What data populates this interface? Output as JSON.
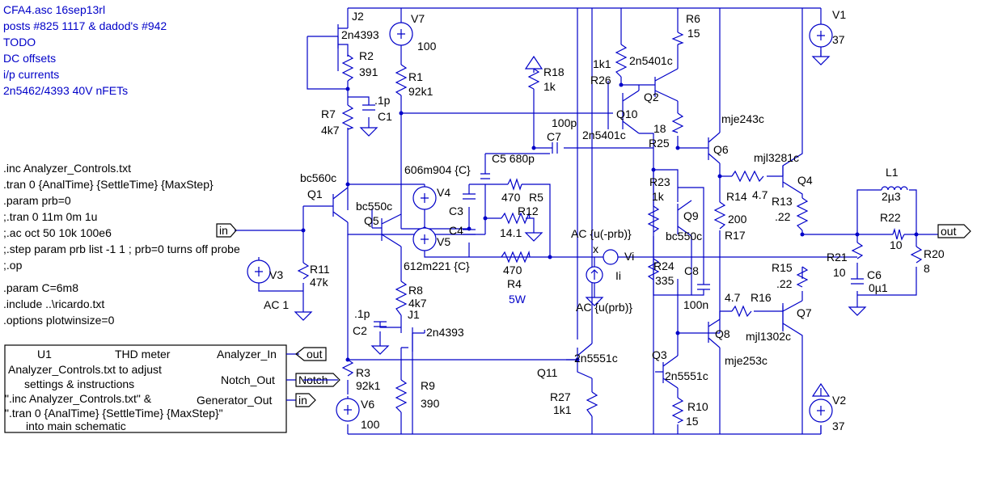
{
  "header_lines": [
    "CFA4.asc 16sep13rl",
    "posts #825 1117 & dadod's #942",
    "TODO",
    "DC offsets",
    "i/p currents",
    "2n5462/4393 40V nFETs"
  ],
  "directives": [
    ".inc Analyzer_Controls.txt",
    ".tran 0 {AnalTime} {SettleTime} {MaxStep}",
    ".param prb=0",
    ";.tran 0 11m 0m 1u",
    ";.ac oct 50 10k 100e6",
    ";.step param prb list -1 1 ; prb=0 turns off probe",
    ";.op",
    ".param C=6m8",
    ".include ..\\ricardo.txt",
    ".options plotwinsize=0"
  ],
  "thd_box": {
    "name": "U1",
    "title": "THD meter",
    "desc": [
      "Analyzer_Controls.txt to adjust",
      "settings & instructions",
      "\".inc Analyzer_Controls.txt\" &",
      "\".tran 0 {AnalTime} {SettleTime} {MaxStep}\"",
      "into main schematic"
    ],
    "pin_in": "Analyzer_In",
    "pin_notch": "Notch_Out",
    "pin_gen": "Generator_Out",
    "flag_out": "out",
    "flag_notch": "Notch",
    "flag_in": "in"
  },
  "flags": {
    "in": "in",
    "out": "out"
  },
  "labels": {
    "j2": "J2",
    "j2m": "2n4393",
    "r2": "R2",
    "r2v": "391",
    "r7": "R7",
    "r7v": "4k7",
    "c1": "C1",
    "c1v": ".1p",
    "v7": "V7",
    "v7v": "100",
    "r1": "R1",
    "r1v": "92k1",
    "r18": "R18",
    "r18v": "1k",
    "c7": "C7",
    "c7v": "100p",
    "c5": "C5 680p",
    "c5top": "606m904 {C}",
    "v4": "V4",
    "c3": "C3",
    "v5": "V5",
    "c4": "C4",
    "r5": "R5",
    "r5v": "470",
    "r12": "R12",
    "r12v": "14.1",
    "c4bot": "612m221 {C}",
    "r4": "R4",
    "r4v": "470",
    "r4w": "5W",
    "q1": "Q1",
    "q1m": "bc560c",
    "q5": "Q5",
    "q5m": "bc550c",
    "v3": "V3",
    "v3v": "AC 1",
    "r11": "R11",
    "r11v": "47k",
    "r8": "R8",
    "r8v": "4k7",
    "j1": "J1",
    "j1m": "2n4393",
    "c2": "C2",
    "c2v": ".1p",
    "r3": "R3",
    "r3v": "92k1",
    "v6": "V6",
    "v6v": "100",
    "r9": "R9",
    "r9v": "390",
    "r6": "R6",
    "r6v": "15",
    "r26": "R26",
    "r26v": "1k1",
    "q2": "Q2",
    "q2m": "2n5401c",
    "q10": "Q10",
    "q10m": "2n5401c",
    "r25": "R25",
    "r25v": "18",
    "q6": "Q6",
    "q6m": "mje243c",
    "r23": "R23",
    "r23v": "1k",
    "q9": "Q9",
    "q9m": "bc550c",
    "r24": "R24",
    "r24v": "335",
    "c8": "C8",
    "c8v": "100n",
    "vprb_top": "AC {u(-prb)}",
    "vprb_x": "x",
    "vprb_vi": "Vi",
    "iprb": "Ii",
    "iprb_v": "AC {u(prb)}",
    "q11": "Q11",
    "q11m": "2n5551c",
    "r27": "R27",
    "r27v": "1k1",
    "q3": "Q3",
    "q3m": "2n5551c",
    "r10": "R10",
    "r10v": "15",
    "q8": "Q8",
    "q8m": "mje253c",
    "r14": "R14",
    "r14v": "4.7",
    "q4": "Q4",
    "q4m": "mjl3281c",
    "r17": "R17",
    "r17v": "200",
    "r13": "R13",
    "r13v": ".22",
    "r15": "R15",
    "r15v": ".22",
    "r16": "R16",
    "r16v": "4.7",
    "q7": "Q7",
    "q7m": "mjl1302c",
    "l1": "L1",
    "l1v": "2µ3",
    "r22": "R22",
    "r22v": "10",
    "r21": "R21",
    "r21v": "10",
    "c6": "C6",
    "c6v": "0µ1",
    "r20": "R20",
    "r20v": "8",
    "v1": "V1",
    "v1v": "37",
    "v2": "V2",
    "v2v": "37"
  }
}
